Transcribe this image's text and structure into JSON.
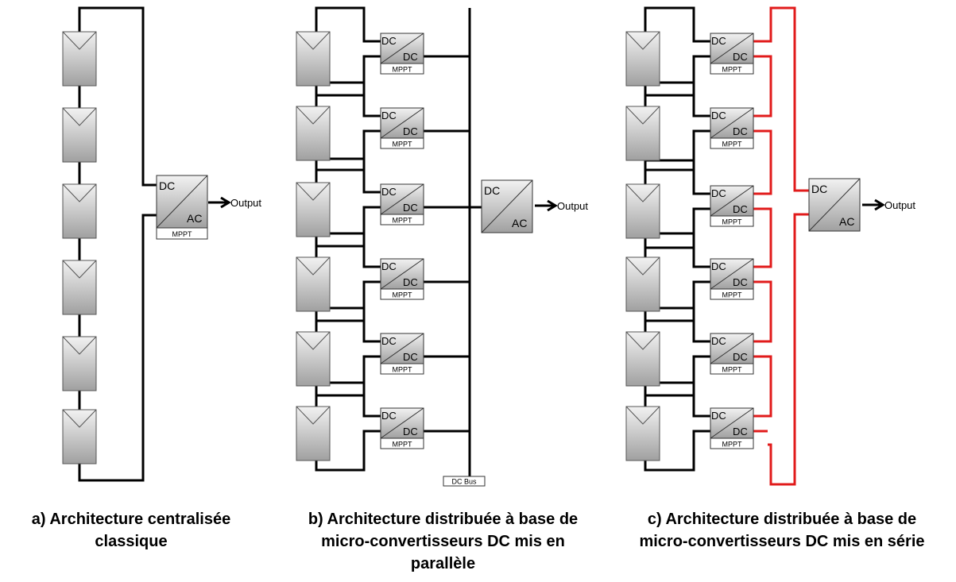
{
  "labels": {
    "dc": "DC",
    "ac": "AC",
    "mppt": "MPPT",
    "output": "Output",
    "dc_bus": "DC Bus"
  },
  "captions": {
    "a": [
      "a) Architecture centralisée",
      "classique"
    ],
    "b": [
      "b) Architecture distribuée à base de",
      "micro-convertisseurs DC mis en",
      "parallèle"
    ],
    "c": [
      "c) Architecture distribuée à base de",
      "micro-convertisseurs DC mis en série"
    ]
  },
  "colors": {
    "wire": "#000000",
    "series_wire": "#e11b1b",
    "module_fill_light": "#f0f0f0",
    "module_fill_dark": "#9e9e9e"
  }
}
